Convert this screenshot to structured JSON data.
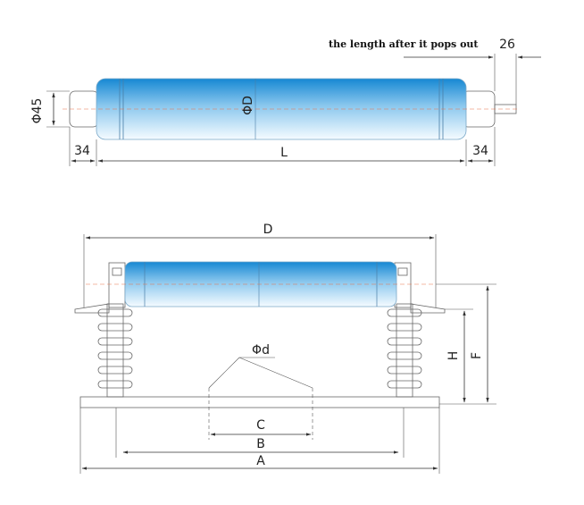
{
  "top_view": {
    "note": "the length after it pops out",
    "pop_out_length": "26",
    "diameter_end": "Φ45",
    "diameter_body": "ΦD",
    "end_left": "34",
    "end_right": "34",
    "length": "L"
  },
  "bottom_view": {
    "overall_width": "D",
    "hole_diameter": "Φd",
    "dim_c": "C",
    "dim_b": "B",
    "dim_a": "A",
    "dim_h": "H",
    "dim_f": "F"
  },
  "colors": {
    "tube_top": "#1a8fd6",
    "tube_bottom": "#f4fbff",
    "line": "#555555",
    "centerline": "#e8734a"
  }
}
